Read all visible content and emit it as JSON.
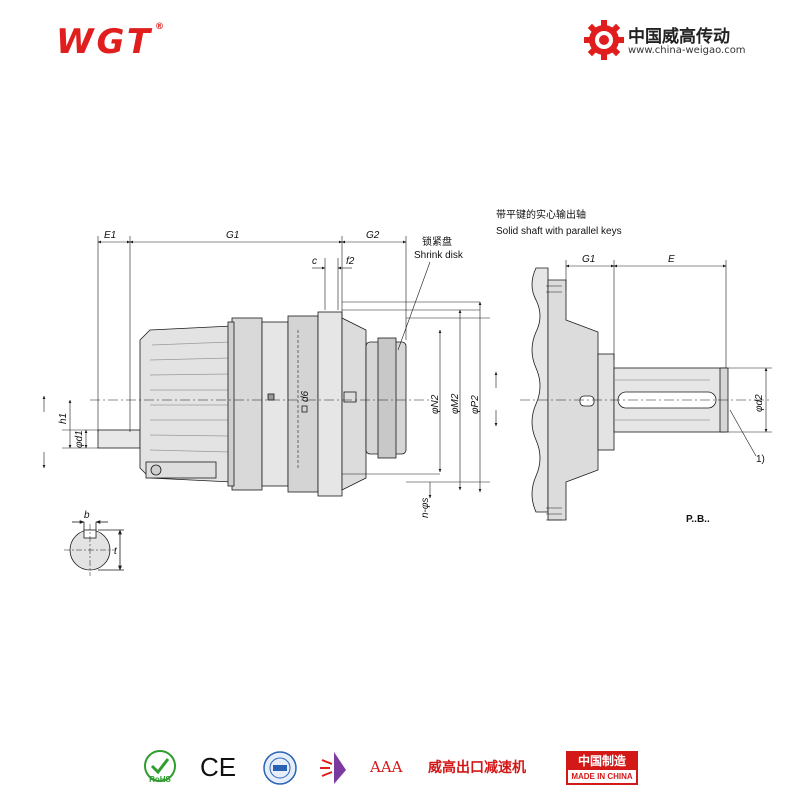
{
  "header": {
    "brand": "WGT",
    "brand_mark": "®",
    "company_name": "中国威高传动",
    "company_url": "www.china-weigao.com"
  },
  "colors": {
    "brand_red": "#e01e1e",
    "line": "#1a1a1a",
    "body_fill": "#e3e3e3",
    "shadow": "#b5b5b5"
  },
  "drawing": {
    "labels": {
      "e1": "E1",
      "g1": "G1",
      "g2": "G2",
      "c": "c",
      "f2": "f2",
      "shrink_cn": "锁紧盘",
      "shrink_en": "Shrink disk",
      "d6": "d6",
      "n2": "φN2",
      "m2": "φM2",
      "p2": "φP2",
      "h1": "h1",
      "d1": "φd1",
      "n_s": "n-φs",
      "b": "b",
      "t": "t"
    },
    "right": {
      "title_cn": "带平键的实心输出轴",
      "title_en": "Solid shaft with parallel keys",
      "g1": "G1",
      "e": "E",
      "d2": "φd2",
      "note": "1)",
      "model": "P..B.."
    }
  },
  "footer": {
    "icons": [
      "rohs-icon",
      "ce-mark-icon",
      "iso-cert-icon",
      "quality-mark-icon"
    ],
    "ce": "CE",
    "rohs": "RoHS",
    "aaa": "AAA",
    "slogan": "威高出口减速机",
    "cert_top": "中国制造",
    "cert_bottom": "MADE IN CHINA"
  }
}
